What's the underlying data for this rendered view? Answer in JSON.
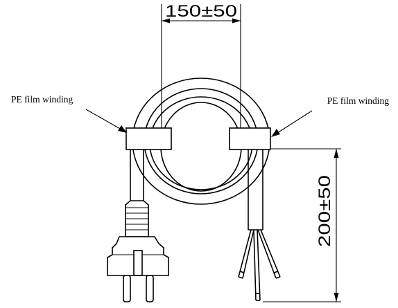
{
  "labels": {
    "left_winding": "PE film winding",
    "right_winding": "PE film winding"
  },
  "dimensions": {
    "coil_spacing": "150±50",
    "lead_length": "200±50"
  },
  "colors": {
    "line": "#000000",
    "background": "#ffffff"
  }
}
